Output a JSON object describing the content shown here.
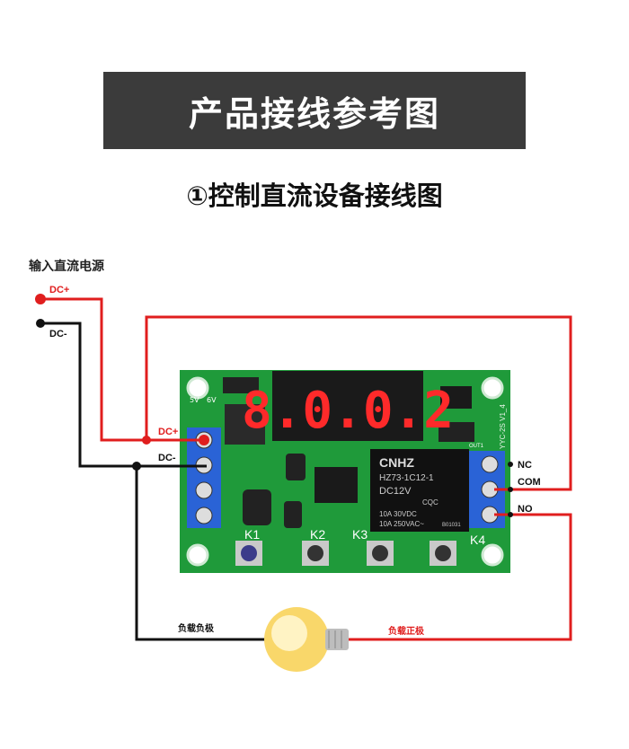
{
  "banner_title": "产品接线参考图",
  "subtitle": "①控制直流设备接线图",
  "source_label": "输入直流电源",
  "wire_labels": {
    "dc_plus": "DC+",
    "dc_minus": "DC-",
    "dc_plus_board": "DC+",
    "dc_minus_board": "DC-",
    "load_negative": "负载负极",
    "load_positive": "负载正极"
  },
  "relay_terminals": {
    "nc": "NC",
    "com": "COM",
    "no": "NO"
  },
  "relay_text": {
    "brand": "CNHZ",
    "model": "HZ73-1C12-1",
    "coil": "DC12V",
    "cert": "CQC",
    "rating1": "10A 30VDC",
    "rating2": "10A 250VAC~",
    "code": "B01031"
  },
  "board": {
    "version": "YYC-2S V1_4",
    "display": "8.0.0.2",
    "buttons": [
      "K1",
      "K2",
      "K3",
      "K4"
    ],
    "jumpers": [
      "5V",
      "6V"
    ],
    "out": "OUT1"
  },
  "colors": {
    "wire_positive": "#e01e1e",
    "wire_negative": "#111111",
    "pcb": "#1f9a3a",
    "terminal": "#2a63d6",
    "banner": "#3b3b3b"
  }
}
